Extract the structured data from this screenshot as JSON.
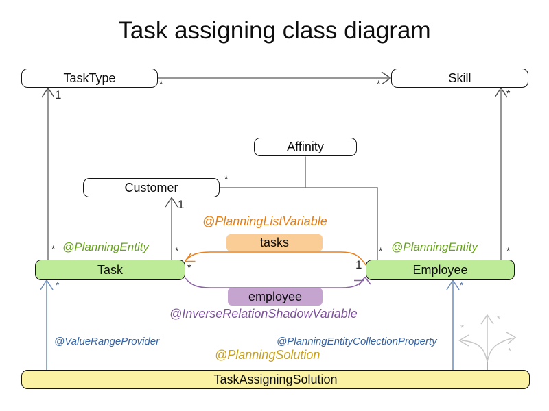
{
  "title": "Task assigning class diagram",
  "classes": {
    "task_type": "TaskType",
    "skill": "Skill",
    "affinity": "Affinity",
    "customer": "Customer",
    "task": "Task",
    "employee": "Employee",
    "solution": "TaskAssigningSolution"
  },
  "relations": {
    "tasks_label": "tasks",
    "employee_label": "employee"
  },
  "annotations": {
    "planning_list_variable": "@PlanningListVariable",
    "planning_entity_task": "@PlanningEntity",
    "planning_entity_employee": "@PlanningEntity",
    "inverse_relation_shadow_variable": "@InverseRelationShadowVariable",
    "value_range_provider": "@ValueRangeProvider",
    "planning_entity_collection_property": "@PlanningEntityCollectionProperty",
    "planning_solution": "@PlanningSolution"
  },
  "multiplicities": {
    "tasktype_one": "1",
    "tasktype_skill_left": "*",
    "tasktype_skill_right": "*",
    "skill_bottom": "*",
    "customer_right": "*",
    "customer_one": "1",
    "task_top_left": "*",
    "task_top_right": "*",
    "employee_top_left": "*",
    "employee_top_right": "*",
    "tasks_many": "*",
    "employee_one": "1",
    "task_value_range": "*",
    "employee_collection": "*",
    "faded_left": "*",
    "faded_up": "*",
    "faded_right": "*"
  },
  "colors": {
    "entity_green": "#bdeb97",
    "solution_yellow": "#fbf3a3",
    "tasks_orange": "#facd96",
    "employee_purple": "#c5a5d0",
    "annotation_orange": "#e67e11",
    "annotation_green": "#67a41b",
    "annotation_purple": "#7d5499",
    "annotation_blue": "#3564a5",
    "annotation_gold": "#c9a11b",
    "association_gray": "#757575",
    "association_blue": "#6c8ebf",
    "relation_orange": "#e8821e",
    "relation_purple": "#8b63a5",
    "faded_gray": "#c6c6c6"
  }
}
